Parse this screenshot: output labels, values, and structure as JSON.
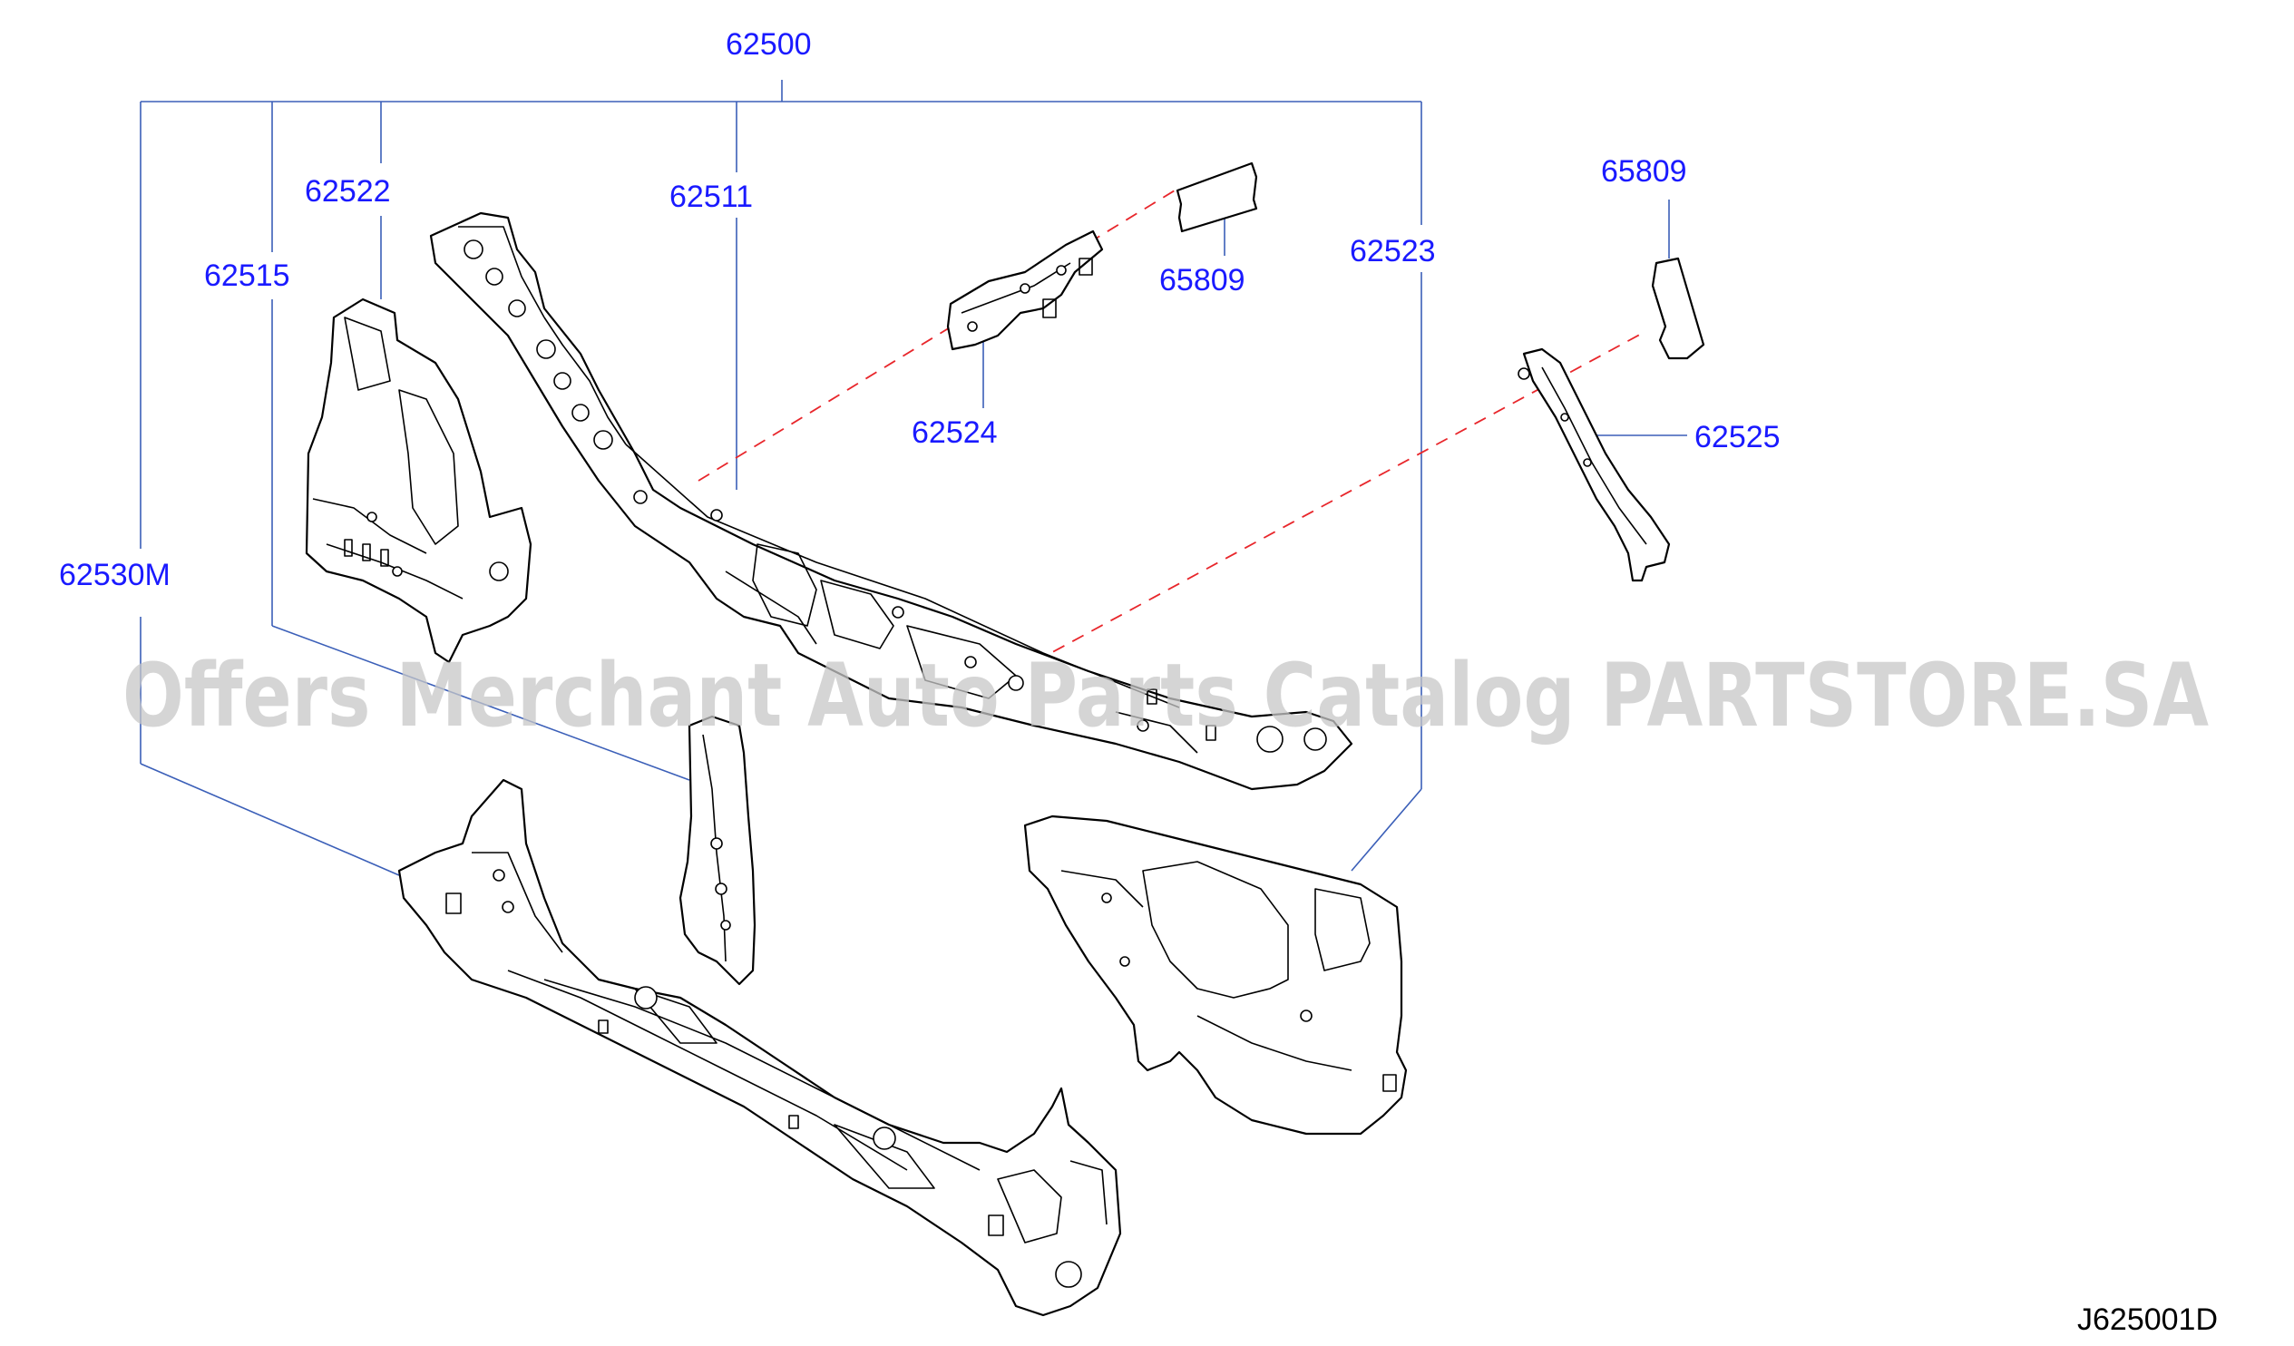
{
  "labels": {
    "l62500": "62500",
    "l62522": "62522",
    "l62511": "62511",
    "l62515": "62515",
    "l62530m": "62530M",
    "l65809a": "65809",
    "l62524": "62524",
    "l62523": "62523",
    "l65809b": "65809",
    "l62525": "62525"
  },
  "diagram_code": "J625001D",
  "watermark": "Offers Merchant Auto Parts Catalog PARTSTORE.SA",
  "colors": {
    "label": "#1a1aff",
    "leader": "#3b5fb8",
    "dashed": "#e8262b",
    "watermark": "#c8c8c8"
  }
}
